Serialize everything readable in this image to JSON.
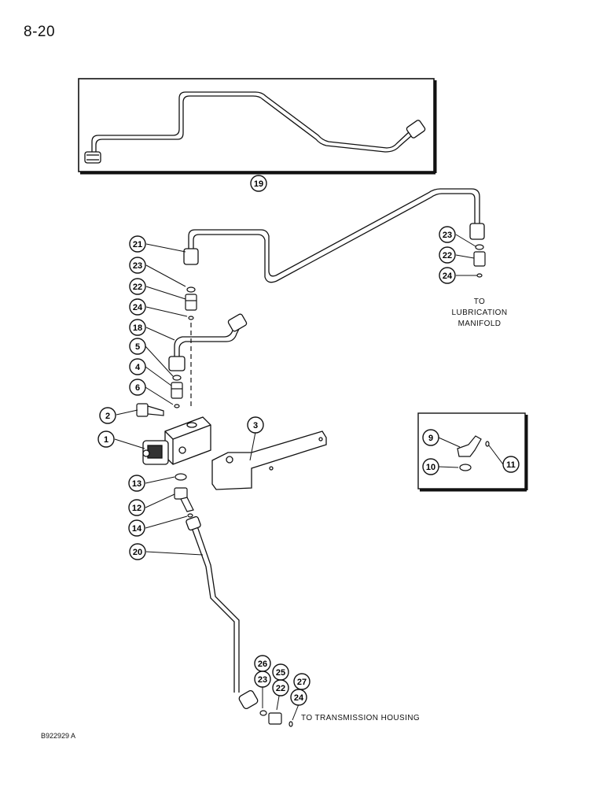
{
  "page_number": "8-20",
  "figure_code": "B922929 A",
  "notes": {
    "lubrication_manifold_line1": "TO LUBRICATION",
    "lubrication_manifold_line2": "MANIFOLD",
    "transmission_housing": "TO TRANSMISSION HOUSING"
  },
  "callouts": {
    "c19": "19",
    "c21": "21",
    "c23a": "23",
    "c22a": "22",
    "c24a": "24",
    "c18": "18",
    "c5": "5",
    "c4": "4",
    "c6": "6",
    "c2": "2",
    "c1": "1",
    "c13": "13",
    "c12": "12",
    "c14": "14",
    "c20": "20",
    "c3": "3",
    "c23b": "23",
    "c22b": "22",
    "c24b": "24",
    "c9": "9",
    "c10": "10",
    "c11": "11",
    "c26": "26",
    "c23c": "23",
    "c25": "25",
    "c22c": "22",
    "c27": "27",
    "c24c": "24"
  }
}
